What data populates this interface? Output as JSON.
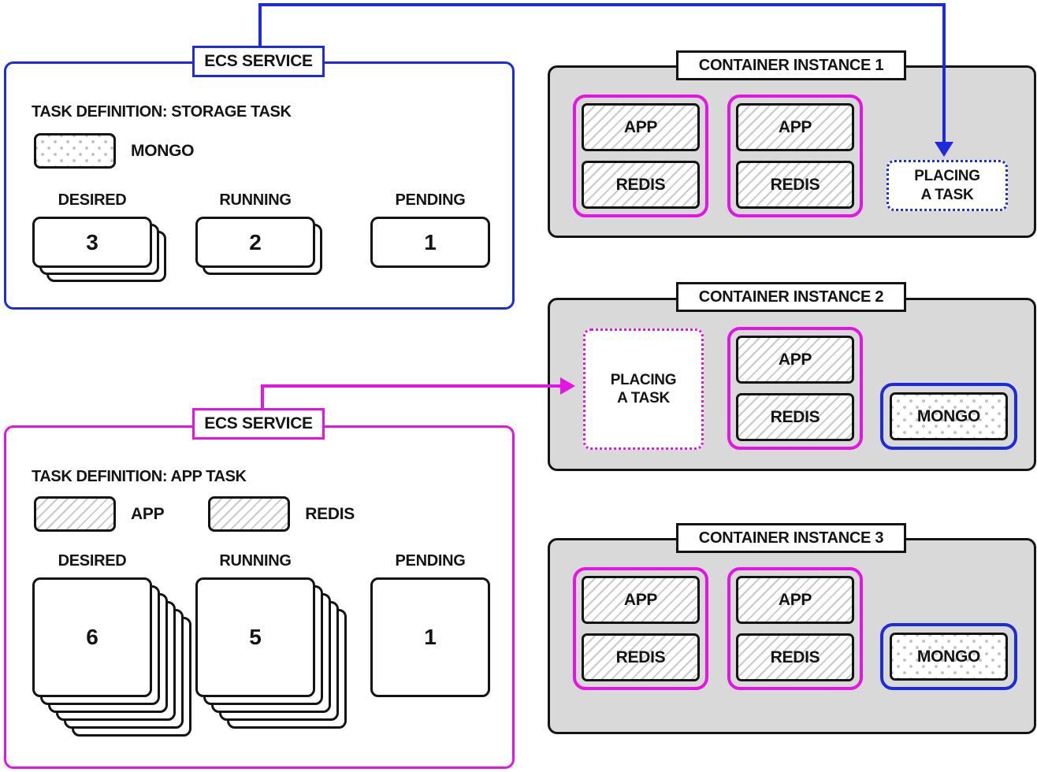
{
  "colors": {
    "service_blue": "#1d2bd8",
    "service_magenta": "#e414e4",
    "instance_fill": "#d9d9d9",
    "outline_black": "#141414"
  },
  "services": [
    {
      "label": "ECS SERVICE",
      "task_definition": "TASK DEFINITION: STORAGE TASK",
      "legend": [
        {
          "name": "MONGO",
          "pattern": "dots"
        }
      ],
      "counters": [
        {
          "label": "DESIRED",
          "value": "3"
        },
        {
          "label": "RUNNING",
          "value": "2"
        },
        {
          "label": "PENDING",
          "value": "1"
        }
      ]
    },
    {
      "label": "ECS SERVICE",
      "task_definition": "TASK DEFINITION: APP TASK",
      "legend": [
        {
          "name": "APP",
          "pattern": "hatch"
        },
        {
          "name": "REDIS",
          "pattern": "hatch"
        }
      ],
      "counters": [
        {
          "label": "DESIRED",
          "value": "6"
        },
        {
          "label": "RUNNING",
          "value": "5"
        },
        {
          "label": "PENDING",
          "value": "1"
        }
      ]
    }
  ],
  "instances": [
    {
      "label": "CONTAINER INSTANCE 1",
      "tasks": [
        {
          "containers": [
            "APP",
            "REDIS"
          ]
        },
        {
          "containers": [
            "APP",
            "REDIS"
          ]
        }
      ],
      "placing": [
        "PLACING",
        "A TASK"
      ]
    },
    {
      "label": "CONTAINER INSTANCE 2",
      "placing": [
        "PLACING",
        "A TASK"
      ],
      "tasks": [
        {
          "containers": [
            "APP",
            "REDIS"
          ]
        }
      ],
      "storage_task": "MONGO"
    },
    {
      "label": "CONTAINER INSTANCE 3",
      "tasks": [
        {
          "containers": [
            "APP",
            "REDIS"
          ]
        },
        {
          "containers": [
            "APP",
            "REDIS"
          ]
        }
      ],
      "storage_task": "MONGO"
    }
  ]
}
